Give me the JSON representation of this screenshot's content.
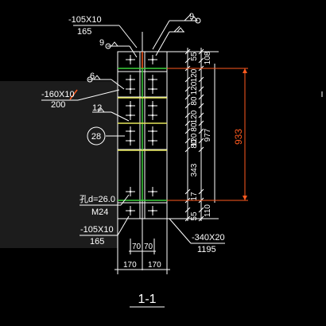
{
  "colors": {
    "background": "#000000",
    "panel": "#1c1c1c",
    "line": "#ffffff",
    "accent_green": "#3ccf3c",
    "accent_yellow": "#e6e65a",
    "dimension_red": "#ff5a1f"
  },
  "labels": {
    "top_plate_spec": "-105X10",
    "top_plate_len": "165",
    "weld_size_top_left": "9",
    "weld_size_top_right": "9",
    "weld_size_6": "6",
    "side_plate_spec": "-160X10",
    "side_plate_len": "200",
    "weld_size_12": "12",
    "detail_no": "28",
    "hole_spec": "孔d=26.0",
    "bolt_spec": "M24",
    "bottom_plate_spec": "-105X10",
    "bottom_plate_len": "165",
    "flange_spec": "-340X20",
    "flange_len": "1195",
    "section_title": "1-1"
  },
  "dimensions": {
    "right_stack": [
      "55",
      "108",
      "120",
      "120",
      "80",
      "120",
      "80",
      "120",
      "80",
      "343",
      "977",
      "55",
      "110",
      "17"
    ],
    "overall_red": "933",
    "bottom_inner_left": "70",
    "bottom_inner_right": "70",
    "bottom_outer_left": "170",
    "bottom_outer_right": "170"
  }
}
